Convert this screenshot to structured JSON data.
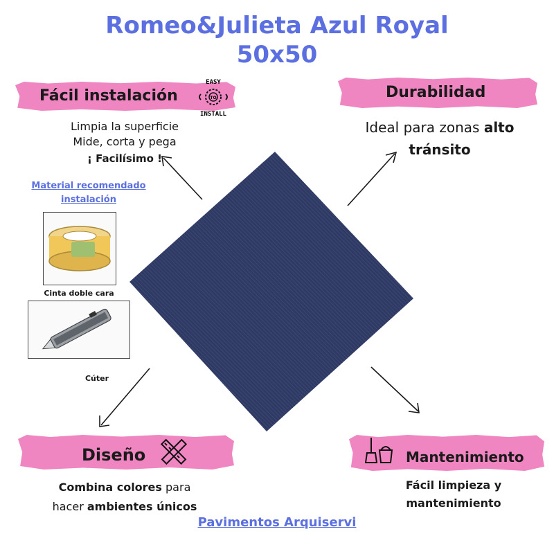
{
  "title": {
    "line1": "Romeo&Julieta Azul Royal",
    "line2": "50x50"
  },
  "install": {
    "heading": "Fácil instalación",
    "badge_top": "EASY",
    "badge_mid": "TO",
    "badge_bottom": "INSTALL",
    "line1": "Limpia la superficie",
    "line2": "Mide, corta y pega",
    "line3": "¡ Facilísimo !"
  },
  "materials": {
    "link_line1": "Material recomendado",
    "link_line2": "instalación",
    "item1_caption": "Cinta doble cara",
    "item2_caption": "Cúter"
  },
  "durability": {
    "heading": "Durabilidad",
    "text_prefix": "Ideal para zonas ",
    "text_bold1": "alto",
    "text_bold2": "tránsito"
  },
  "design": {
    "heading": "Diseño",
    "bold1": "Combina colores",
    "rest1": " para",
    "rest2": "hacer ",
    "bold2": "ambientes únicos"
  },
  "maintenance": {
    "heading": "Mantenimiento",
    "line1": "Fácil limpieza y",
    "line2": "mantenimiento"
  },
  "footer": {
    "link": "Pavimentos Arquiservi"
  },
  "colors": {
    "title": "#5b6fe0",
    "brush": "#ef86c2",
    "tile": "#2f3a63"
  },
  "icons": [
    "easy-install-icon",
    "ruler-pencil-icon",
    "cleaning-bucket-icon"
  ]
}
